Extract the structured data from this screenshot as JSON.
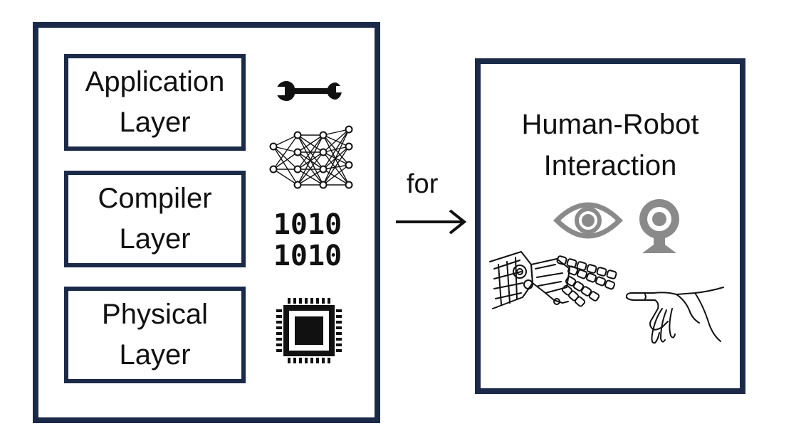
{
  "stack": {
    "layers": [
      {
        "line1": "Application",
        "line2": "Layer",
        "icons": [
          "wrench-icon",
          "neural-network-icon"
        ]
      },
      {
        "line1": "Compiler",
        "line2": "Layer",
        "icons": [
          "binary-code-icon"
        ]
      },
      {
        "line1": "Physical",
        "line2": "Layer",
        "icons": [
          "chip-icon"
        ]
      }
    ],
    "binary": {
      "row1": "1010",
      "row2": "1010"
    }
  },
  "connector": {
    "label": "for",
    "icon": "arrow-right-icon"
  },
  "hri": {
    "line1": "Human-Robot",
    "line2": "Interaction",
    "icons": [
      "eye-icon",
      "webcam-icon",
      "robot-hand-icon",
      "human-hand-icon"
    ]
  },
  "colors": {
    "frame": "#1b2a49",
    "icon_gray": "#8a8a8a",
    "text": "#111111"
  }
}
